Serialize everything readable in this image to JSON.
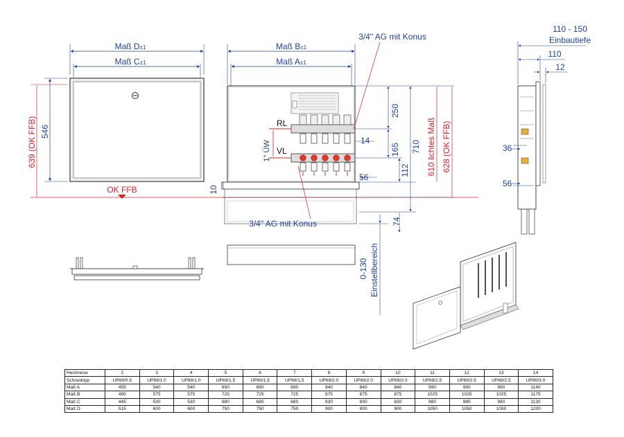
{
  "labels": {
    "mass_d": "Maß D",
    "mass_c": "Maß C",
    "mass_b": "Maß B",
    "mass_a": "Maß A",
    "tol": "±1",
    "konus_top": "3/4\" AG mit Konus",
    "konus_bottom": "3/4\" AG mit Konus",
    "rl": "RL",
    "vl": "VL",
    "uew": "1\" ÜW",
    "ok_ffb_arrow": "OK FFB",
    "h639": "639 (OK FFB)",
    "h546": "546",
    "h610": "610 lichtes Maß",
    "h628": "628 (OK FFB)",
    "d250": "250",
    "d14": "14",
    "d165": "165",
    "d710": "710",
    "d112": "112",
    "d56a": "56",
    "d10": "10",
    "d74": "74",
    "einstell_value": "0-130",
    "einstell_label": "Einstellbereich",
    "depth_range": "110 - 150",
    "depth_label": "Einbautiefe",
    "d110": "110",
    "d12": "12",
    "d36": "36",
    "d56b": "56"
  },
  "colors": {
    "dimension": "#1f3fa8",
    "floor": "#d8202a",
    "valve": "#e03a2f"
  },
  "table": {
    "rows": [
      {
        "label": "Heizkreise",
        "values": [
          "2",
          "3",
          "4",
          "5",
          "6",
          "7",
          "8",
          "9",
          "10",
          "11",
          "12",
          "13",
          "14"
        ]
      },
      {
        "label": "Schranktyp",
        "values": [
          "UP69/0.5",
          "UP69/1.0",
          "UP69/1.0",
          "UP69/1,5",
          "UP69/1,5",
          "UP69/1,5",
          "UP69/2.0",
          "UP69/2.0",
          "UP69/2.0",
          "UP69/2.5",
          "UP69/2.5",
          "UP69/2.5",
          "UP80/3.0"
        ]
      },
      {
        "label": "Maß A",
        "values": [
          "455",
          "540",
          "540",
          "690",
          "690",
          "690",
          "840",
          "840",
          "840",
          "990",
          "990",
          "990",
          "1140"
        ]
      },
      {
        "label": "Maß B",
        "values": [
          "490",
          "575",
          "575",
          "725",
          "725",
          "725",
          "875",
          "875",
          "875",
          "1025",
          "1025",
          "1025",
          "1175"
        ]
      },
      {
        "label": "Maß C",
        "values": [
          "445",
          "530",
          "530",
          "680",
          "680",
          "680",
          "830",
          "830",
          "830",
          "980",
          "980",
          "980",
          "1130"
        ]
      },
      {
        "label": "Maß D",
        "values": [
          "515",
          "600",
          "600",
          "750",
          "750",
          "750",
          "900",
          "900",
          "900",
          "1050",
          "1050",
          "1050",
          "1200"
        ]
      }
    ]
  }
}
